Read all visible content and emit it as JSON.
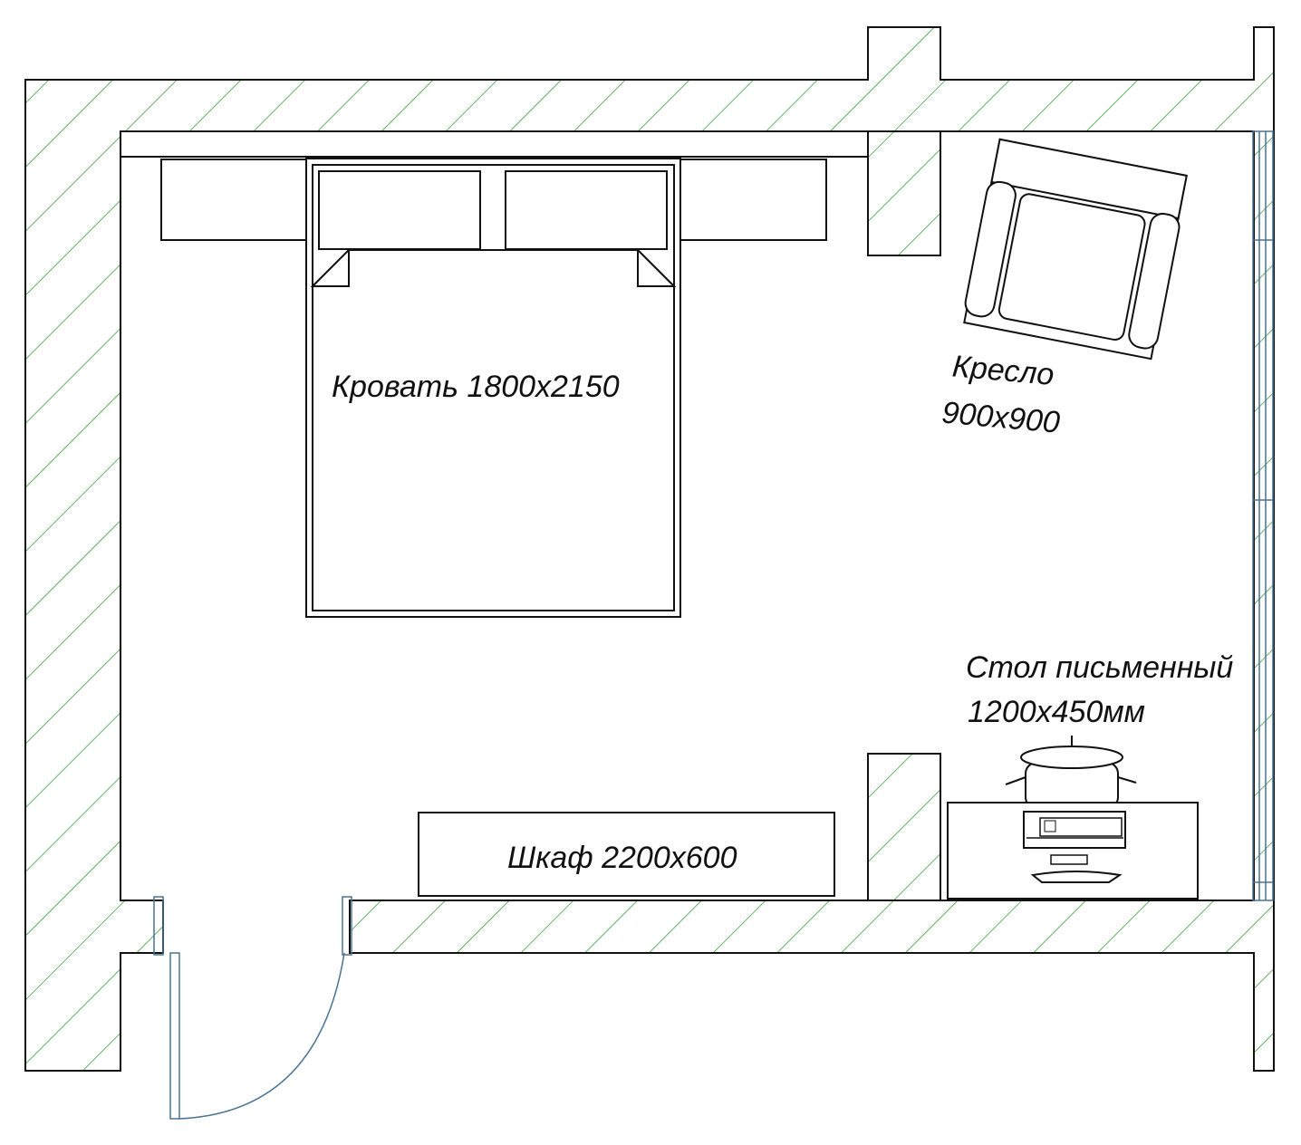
{
  "labels": {
    "bed": "Кровать 1800x2150",
    "armchair_line1": "Кресло",
    "armchair_line2": "900x900",
    "desk_line1": "Стол письменный",
    "desk_line2": "1200x450мм",
    "wardrobe": "Шкаф 2200x600"
  },
  "colors": {
    "outline": "#111111",
    "hatch": "#2e9a2e",
    "door_window": "#4a7394",
    "background": "#ffffff"
  }
}
